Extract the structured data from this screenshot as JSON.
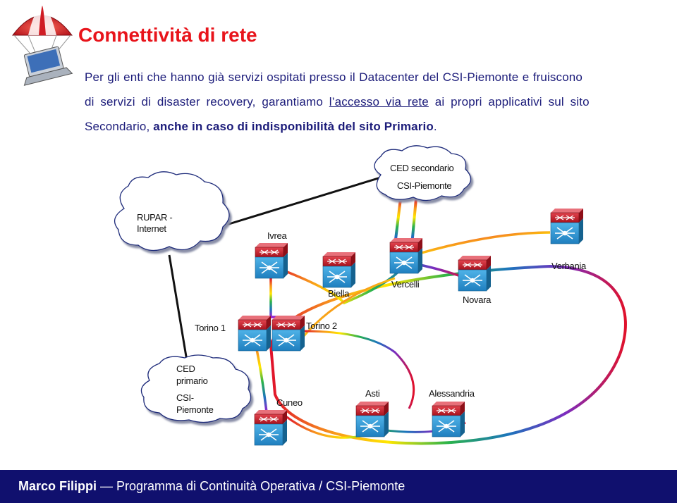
{
  "title": "Connettività di rete",
  "intro": {
    "line1": "Per gli enti che hanno già servizi ospitati presso il Datacenter del CSI-Piemonte e fruiscono",
    "line2_pre": "di servizi di disaster recovery, garantiamo ",
    "line2_link": "l’accesso via rete",
    "line2_post": " ai propri applicativi sul sito",
    "line3_pre": "Secondario, ",
    "line3_bold": "anche in caso di indisponibilità del sito Primario",
    "line3_post": "."
  },
  "clouds": {
    "ced_secondario": {
      "line1": "CED  secondario",
      "line2": "CSI-Piemonte"
    },
    "rupar": {
      "line1": "RUPAR -",
      "line2": "Internet"
    },
    "ced_primario": {
      "line1": "CED",
      "line2": "primario",
      "line3": "CSI-",
      "line4": "Piemonte"
    }
  },
  "nodes": {
    "ivrea": "Ivrea",
    "biella": "Biella",
    "vercelli": "Vercelli",
    "novara": "Novara",
    "verbania": "Verbania",
    "torino1": "Torino 1",
    "torino2": "Torino 2",
    "cuneo": "Cuneo",
    "asti": "Asti",
    "alessandria": "Alessandria"
  },
  "footer": {
    "author": "Marco Filippi",
    "dash": " — ",
    "program": "Programma di Continuità Operativa / CSI-Piemonte"
  },
  "colors": {
    "title": "#e8141b",
    "text": "#1c1c7a",
    "footer_bg": "#10106e",
    "router_top": "#c41e2a",
    "switch_face": "#2f9fd8"
  },
  "icons": {
    "logo": "parachute-laptop-icon",
    "router": "router-icon",
    "switch": "switch-icon"
  }
}
